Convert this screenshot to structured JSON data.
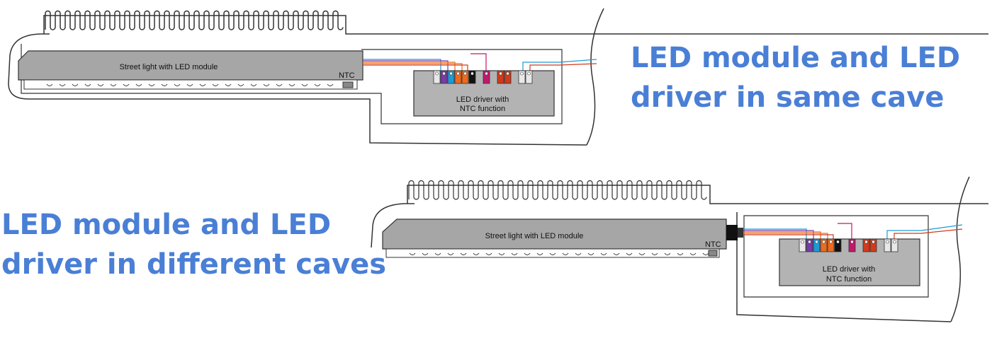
{
  "top_diagram": {
    "module_label": "Street light with LED module",
    "ntc_label": "NTC",
    "driver_label_line1": "LED driver with",
    "driver_label_line2": "NTC function",
    "caption_line1": "LED module and LED",
    "caption_line2": "driver in same cave"
  },
  "bottom_diagram": {
    "module_label": "Street light with LED module",
    "ntc_label": "NTC",
    "driver_label_line1": "LED driver with",
    "driver_label_line2": "NTC function",
    "caption_line1": "LED module and LED",
    "caption_line2": "driver in different caves"
  },
  "colors": {
    "caption": "#4a7fd6",
    "module_fill": "#a6a6a6",
    "driver_fill": "#b3b3b3",
    "outline": "#333333",
    "terminal_colors": [
      "#e8e8e8",
      "#7a3aa8",
      "#1e9ad6",
      "#ee6a1c",
      "#ee6a1c",
      "#111111",
      "#c2186b",
      "#d13a1c",
      "#d13a1c",
      "#e8e8e8",
      "#e8e8e8"
    ]
  }
}
